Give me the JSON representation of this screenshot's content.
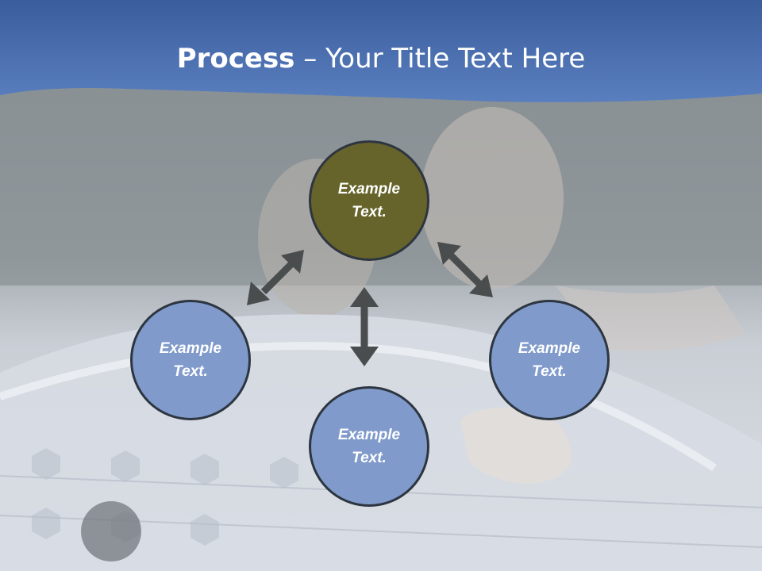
{
  "slide": {
    "title_bold": "Process",
    "title_rest": " – Your Title Text Here",
    "colors": {
      "header": "#4a6fb0",
      "center_node": "#66642a",
      "outer_nodes": "#7f9acb",
      "arrows": "#4a4d4e"
    }
  },
  "diagram": {
    "nodes": [
      {
        "id": "top",
        "label": "Example Text."
      },
      {
        "id": "left",
        "label": "Example Text."
      },
      {
        "id": "bottom",
        "label": "Example Text."
      },
      {
        "id": "right",
        "label": "Example Text."
      }
    ],
    "connections": [
      {
        "from": "top",
        "to": "left",
        "type": "double-arrow"
      },
      {
        "from": "top",
        "to": "bottom",
        "type": "double-arrow"
      },
      {
        "from": "top",
        "to": "right",
        "type": "double-arrow"
      }
    ]
  }
}
